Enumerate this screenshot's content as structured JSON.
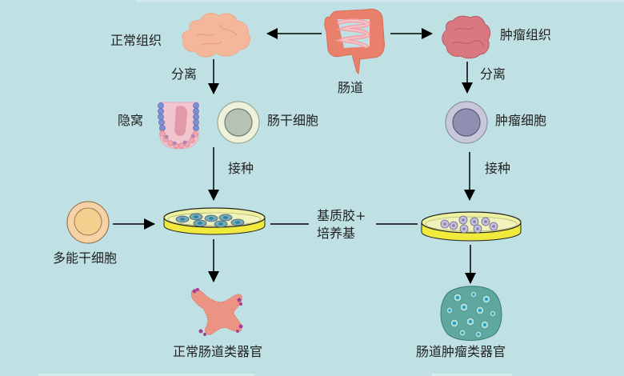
{
  "diagram": {
    "title": "",
    "nodes": {
      "intestine": "肠道",
      "normal_tissue": "正常组织",
      "tumor_tissue": "肿瘤组织",
      "crypt": "隐窝",
      "intestinal_stem_cell": "肠干细胞",
      "tumor_cell": "肿瘤细胞",
      "pluripotent_stem_cell": "多能干细胞",
      "matrigel_medium_line1": "基质胶+",
      "matrigel_medium_line2": "培养基",
      "normal_organoid": "正常肠道类器官",
      "tumor_organoid": "肠道肿瘤类器官"
    },
    "edges": {
      "isolate_left": "分离",
      "isolate_right": "分离",
      "seed_left": "接种",
      "seed_right": "接种"
    },
    "colors": {
      "background": "#c0e1e3",
      "normal_tissue": "#f5b79c",
      "tumor_tissue": "#d9787e",
      "intestine": "#e8806c",
      "dish_rim": "#eef27a",
      "dish_side": "#f0ea3c",
      "stem_cell_nucleus": "#b5c2b4",
      "tumor_cell": "#8f8fb2",
      "pluripotent_cell": "#f4d08e",
      "organoid_normal": "#eb9484",
      "organoid_tumor": "#5fa8a0"
    }
  }
}
